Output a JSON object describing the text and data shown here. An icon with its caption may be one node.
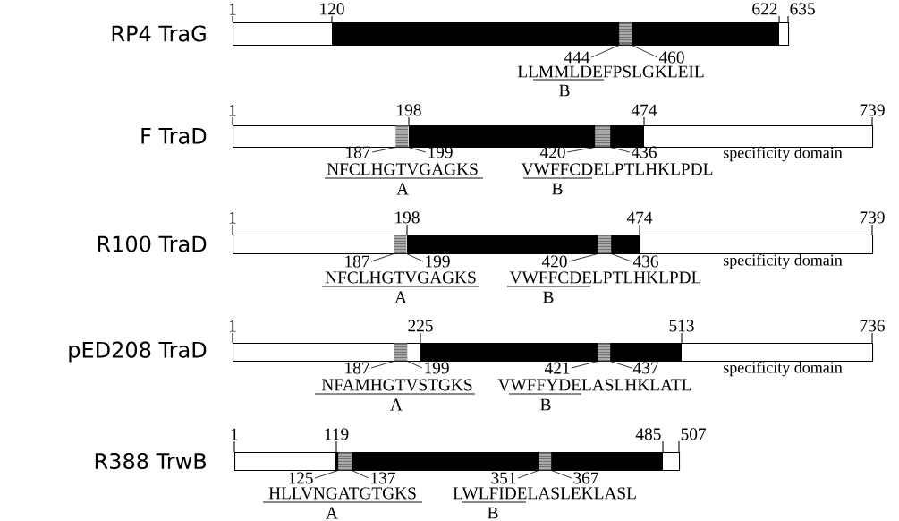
{
  "diagram": {
    "nodes": [
      {
        "text": [],
        "shape": "bar",
        "beside": [
          "RP4 TraG"
        ]
      },
      {
        "text": [
          "1"
        ]
      },
      {
        "text": [
          "120"
        ]
      },
      {
        "text": [
          "622"
        ]
      },
      {
        "text": [
          "635"
        ]
      },
      {
        "text": [],
        "shape": "box",
        "in": 0
      },
      {
        "text": [
          "444"
        ]
      },
      {
        "text": [
          "460"
        ]
      },
      {
        "text": [],
        "shape": "bar",
        "beside": [
          "F TraD"
        ]
      },
      {
        "text": [
          "1"
        ]
      },
      {
        "text": [
          "198"
        ]
      },
      {
        "text": [
          "474"
        ]
      },
      {
        "text": [
          "739"
        ]
      },
      {
        "text": [],
        "shape": "box",
        "in": 8
      },
      {
        "text": [],
        "shape": "box",
        "in": 8
      },
      {
        "text": [
          "187"
        ]
      },
      {
        "text": [
          "199"
        ]
      },
      {
        "text": [
          "420"
        ]
      },
      {
        "text": [
          "436"
        ]
      },
      {
        "text": [],
        "shape": "bar",
        "beside": [
          "R100 TraD"
        ]
      },
      {
        "text": [
          "1"
        ]
      },
      {
        "text": [
          "198"
        ]
      },
      {
        "text": [
          "474"
        ]
      },
      {
        "text": [
          "739"
        ]
      },
      {
        "text": [],
        "shape": "box",
        "in": 19
      },
      {
        "text": [],
        "shape": "box",
        "in": 19
      },
      {
        "text": [
          "187"
        ]
      },
      {
        "text": [
          "199"
        ]
      },
      {
        "text": [
          "420"
        ]
      },
      {
        "text": [
          "436"
        ]
      },
      {
        "text": [],
        "shape": "bar",
        "beside": [
          "pED208 TraD"
        ]
      },
      {
        "text": [
          "1"
        ]
      },
      {
        "text": [
          "225"
        ]
      },
      {
        "text": [
          "513"
        ]
      },
      {
        "text": [
          "736"
        ]
      },
      {
        "text": [],
        "shape": "box",
        "in": 30
      },
      {
        "text": [],
        "shape": "box",
        "in": 30
      },
      {
        "text": [
          "187"
        ]
      },
      {
        "text": [
          "199"
        ]
      },
      {
        "text": [
          "421"
        ]
      },
      {
        "text": [
          "437"
        ]
      },
      {
        "text": [],
        "shape": "bar",
        "beside": [
          "R388 TrwB"
        ]
      },
      {
        "text": [
          "1"
        ]
      },
      {
        "text": [
          "119"
        ]
      },
      {
        "text": [
          "485"
        ]
      },
      {
        "text": [
          "507"
        ]
      },
      {
        "text": [],
        "shape": "box",
        "in": 41
      },
      {
        "text": [],
        "shape": "box",
        "in": 41
      },
      {
        "text": [
          "125"
        ]
      },
      {
        "text": [
          "137"
        ]
      },
      {
        "text": [
          "351"
        ]
      },
      {
        "text": [
          "367"
        ]
      }
    ],
    "edges": [
      {
        "from": 1,
        "to": 0,
        "arrow": "none"
      },
      {
        "from": 2,
        "to": 0,
        "arrow": "none"
      },
      {
        "from": 3,
        "to": 0,
        "arrow": "none"
      },
      {
        "from": 4,
        "to": 0,
        "arrow": "none"
      },
      {
        "from": 6,
        "to": 5,
        "arrow": "none"
      },
      {
        "from": 7,
        "to": 5,
        "arrow": "none"
      },
      {
        "from": 9,
        "to": 8,
        "arrow": "none"
      },
      {
        "from": 10,
        "to": 8,
        "arrow": "none"
      },
      {
        "from": 11,
        "to": 8,
        "arrow": "none"
      },
      {
        "from": 12,
        "to": 8,
        "arrow": "none"
      },
      {
        "from": 15,
        "to": 13,
        "arrow": "none"
      },
      {
        "from": 16,
        "to": 13,
        "arrow": "none"
      },
      {
        "from": 17,
        "to": 14,
        "arrow": "none"
      },
      {
        "from": 18,
        "to": 14,
        "arrow": "none"
      },
      {
        "from": 20,
        "to": 19,
        "arrow": "none"
      },
      {
        "from": 21,
        "to": 19,
        "arrow": "none"
      },
      {
        "from": 22,
        "to": 19,
        "arrow": "none"
      },
      {
        "from": 23,
        "to": 19,
        "arrow": "none"
      },
      {
        "from": 26,
        "to": 24,
        "arrow": "none"
      },
      {
        "from": 27,
        "to": 24,
        "arrow": "none"
      },
      {
        "from": 28,
        "to": 25,
        "arrow": "none"
      },
      {
        "from": 29,
        "to": 25,
        "arrow": "none"
      },
      {
        "from": 31,
        "to": 30,
        "arrow": "none"
      },
      {
        "from": 32,
        "to": 30,
        "arrow": "none"
      },
      {
        "from": 33,
        "to": 30,
        "arrow": "none"
      },
      {
        "from": 34,
        "to": 30,
        "arrow": "none"
      },
      {
        "from": 37,
        "to": 35,
        "arrow": "none"
      },
      {
        "from": 38,
        "to": 35,
        "arrow": "none"
      },
      {
        "from": 39,
        "to": 36,
        "arrow": "none"
      },
      {
        "from": 40,
        "to": 36,
        "arrow": "none"
      },
      {
        "from": 42,
        "to": 41,
        "arrow": "none"
      },
      {
        "from": 43,
        "to": 41,
        "arrow": "none"
      },
      {
        "from": 44,
        "to": 41,
        "arrow": "none"
      },
      {
        "from": 45,
        "to": 41,
        "arrow": "none"
      },
      {
        "from": 48,
        "to": 46,
        "arrow": "none"
      },
      {
        "from": 49,
        "to": 46,
        "arrow": "none"
      },
      {
        "from": 50,
        "to": 47,
        "arrow": "none"
      },
      {
        "from": 51,
        "to": 47,
        "arrow": "none"
      }
    ],
    "labels": [
      "LLMMLDEFPSLGKLEIL",
      "B",
      "specificity domain",
      "NFCLHGTVGAGKS",
      "VWFFCDELPTLHKLPDL",
      "A",
      "B",
      "specificity domain",
      "NFCLHGTVGAGKS",
      "VWFFCDELPTLHKLPDL",
      "A",
      "B",
      "specificity domain",
      "NFAMHGTVSTGKS",
      "VWFFYDELASLHKLATL",
      "A",
      "B",
      "HLLVNGATGTGKS",
      "LWLFIDELASLEKLASL",
      "A",
      "B"
    ]
  }
}
